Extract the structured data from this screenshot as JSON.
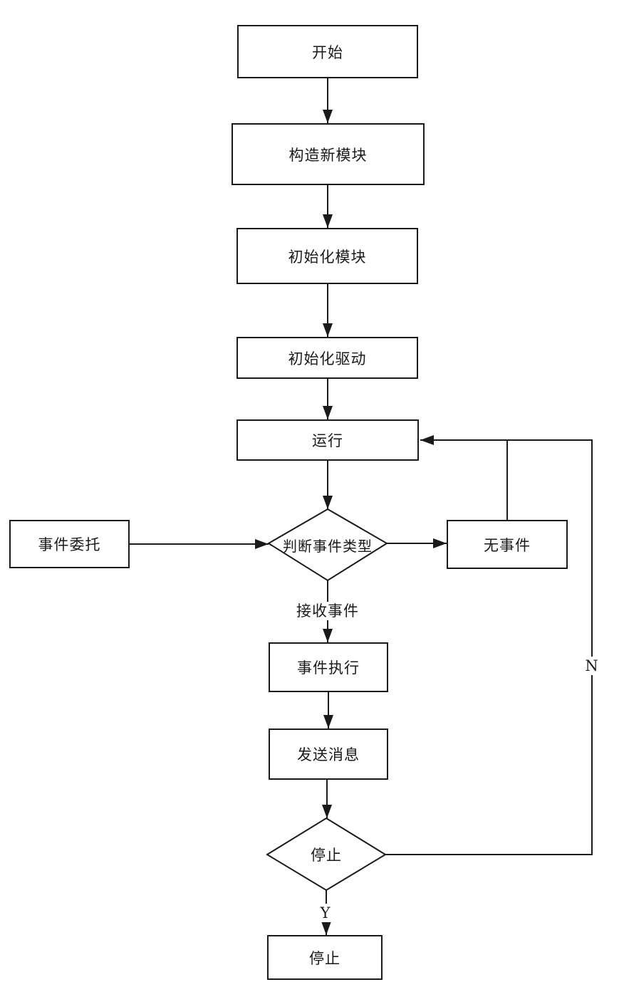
{
  "colors": {
    "background": "#ffffff",
    "line": "#1a1a1a",
    "text": "#1a1a1a",
    "node_fill": "#ffffff"
  },
  "nodes": {
    "start": {
      "label": "开始",
      "type": "process"
    },
    "build_module": {
      "label": "构造新模块",
      "type": "process"
    },
    "init_module": {
      "label": "初始化模块",
      "type": "process"
    },
    "init_driver": {
      "label": "初始化驱动",
      "type": "process"
    },
    "run": {
      "label": "运行",
      "type": "process"
    },
    "judge_event_type": {
      "label": "判断事件类型",
      "type": "decision"
    },
    "event_delegate": {
      "label": "事件委托",
      "type": "process"
    },
    "no_event": {
      "label": "无事件",
      "type": "process"
    },
    "event_execute": {
      "label": "事件执行",
      "type": "process"
    },
    "send_message": {
      "label": "发送消息",
      "type": "process"
    },
    "stop_decision": {
      "label": "停止",
      "type": "decision"
    },
    "stop": {
      "label": "停止",
      "type": "process"
    }
  },
  "edge_labels": {
    "receive_event": "接收事件",
    "yes": "Y",
    "no": "N"
  }
}
